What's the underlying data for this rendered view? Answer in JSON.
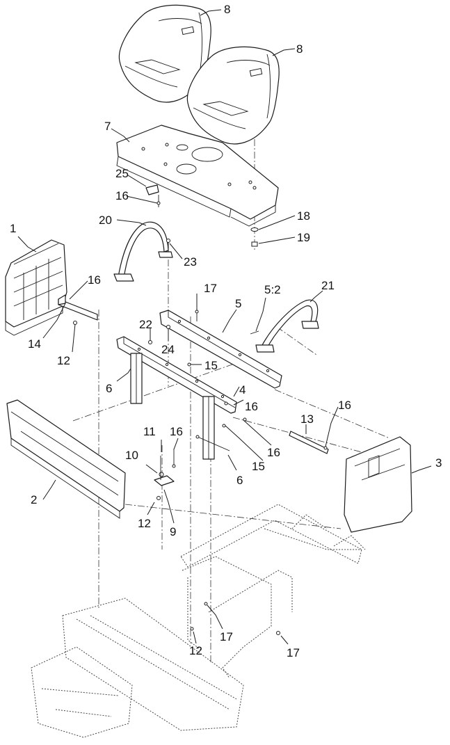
{
  "callouts": [
    {
      "id": "c8a",
      "text": "8"
    },
    {
      "id": "c8b",
      "text": "8"
    },
    {
      "id": "c7",
      "text": "7"
    },
    {
      "id": "c25",
      "text": "25"
    },
    {
      "id": "c16a",
      "text": "16"
    },
    {
      "id": "c18",
      "text": "18"
    },
    {
      "id": "c19",
      "text": "19"
    },
    {
      "id": "c20",
      "text": "20"
    },
    {
      "id": "c23",
      "text": "23"
    },
    {
      "id": "c1",
      "text": "1"
    },
    {
      "id": "c16b",
      "text": "16"
    },
    {
      "id": "c17a",
      "text": "17"
    },
    {
      "id": "c5",
      "text": "5"
    },
    {
      "id": "c52",
      "text": "5:2"
    },
    {
      "id": "c21",
      "text": "21"
    },
    {
      "id": "c22",
      "text": "22"
    },
    {
      "id": "c24",
      "text": "24"
    },
    {
      "id": "c14",
      "text": "14"
    },
    {
      "id": "c12a",
      "text": "12"
    },
    {
      "id": "c15a",
      "text": "15"
    },
    {
      "id": "c6a",
      "text": "6"
    },
    {
      "id": "c4",
      "text": "4"
    },
    {
      "id": "c16c",
      "text": "16"
    },
    {
      "id": "c16d",
      "text": "16"
    },
    {
      "id": "c13",
      "text": "13"
    },
    {
      "id": "c11",
      "text": "11"
    },
    {
      "id": "c16e",
      "text": "16"
    },
    {
      "id": "c16f",
      "text": "16"
    },
    {
      "id": "c15b",
      "text": "15"
    },
    {
      "id": "c10",
      "text": "10"
    },
    {
      "id": "c6b",
      "text": "6"
    },
    {
      "id": "c3",
      "text": "3"
    },
    {
      "id": "c2",
      "text": "2"
    },
    {
      "id": "c12b",
      "text": "12"
    },
    {
      "id": "c9",
      "text": "9"
    },
    {
      "id": "c17b",
      "text": "17"
    },
    {
      "id": "c12c",
      "text": "12"
    },
    {
      "id": "c17c",
      "text": "17"
    }
  ]
}
